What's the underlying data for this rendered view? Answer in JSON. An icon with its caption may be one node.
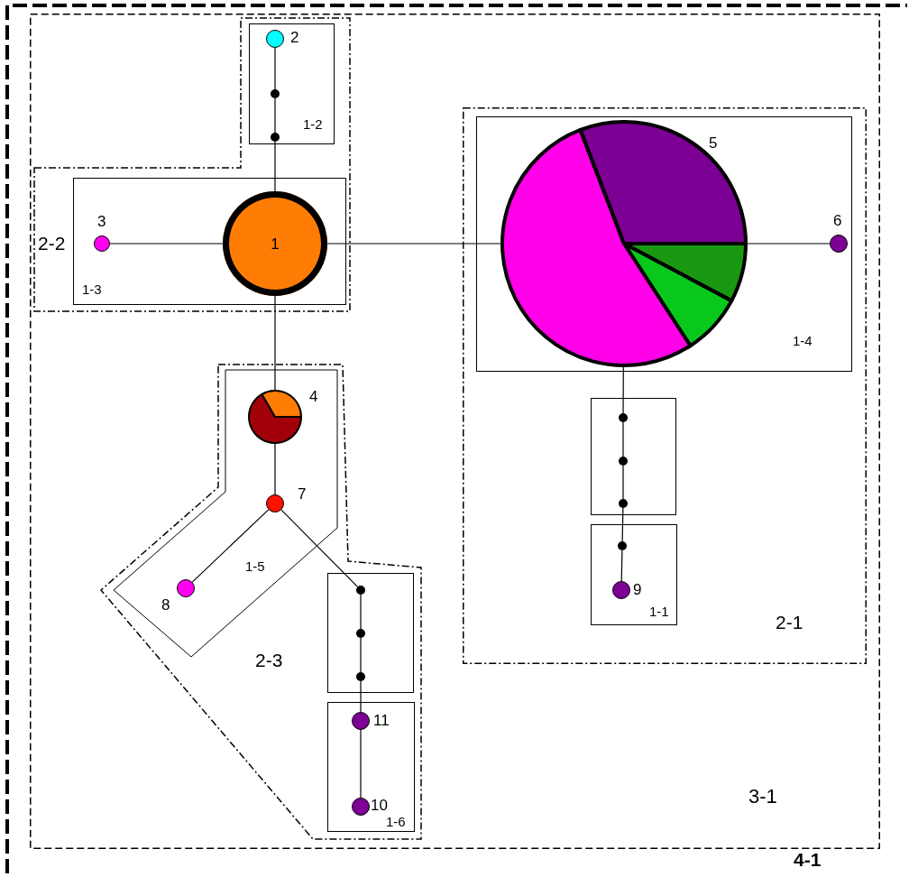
{
  "diagram": {
    "nodes": [
      {
        "text": [
          "4-1"
        ]
      },
      {
        "text": [
          "3-1"
        ],
        "in": 0
      },
      {
        "text": [
          "2-2"
        ],
        "in": 1
      },
      {
        "text": [
          "1-2"
        ],
        "in": 2
      },
      {
        "text": [],
        "shape": "circle",
        "beside": [
          "2"
        ],
        "in": 3
      },
      {
        "text": [],
        "shape": "circle",
        "in": 3
      },
      {
        "text": [],
        "shape": "circle",
        "in": 3
      },
      {
        "text": [
          "1-3"
        ],
        "in": 2
      },
      {
        "text": [],
        "shape": "circle",
        "beside": [
          "3"
        ],
        "in": 7
      },
      {
        "text": [
          "1"
        ],
        "in": 7
      },
      {
        "text": [
          "2-1"
        ],
        "in": 1
      },
      {
        "text": [
          "1-4"
        ],
        "in": 10
      },
      {
        "text": [],
        "shape": "circle",
        "beside": [
          "5"
        ],
        "in": 11
      },
      {
        "text": [],
        "shape": "circle",
        "beside": [
          "6"
        ],
        "in": 11
      },
      {
        "text": [],
        "shape": "box",
        "in": 10
      },
      {
        "text": [],
        "shape": "circle",
        "in": 14
      },
      {
        "text": [],
        "shape": "circle",
        "in": 14
      },
      {
        "text": [],
        "shape": "circle",
        "in": 14
      },
      {
        "text": [
          "1-1"
        ],
        "in": 10
      },
      {
        "text": [],
        "shape": "circle",
        "in": 18
      },
      {
        "text": [],
        "shape": "circle",
        "beside": [
          "9"
        ],
        "in": 18
      },
      {
        "text": [
          "2-3"
        ],
        "in": 1
      },
      {
        "text": [
          "1-5"
        ],
        "in": 21
      },
      {
        "text": [],
        "shape": "circle",
        "beside": [
          "4"
        ],
        "in": 22
      },
      {
        "text": [],
        "shape": "circle",
        "beside": [
          "7"
        ],
        "in": 22
      },
      {
        "text": [],
        "shape": "circle",
        "beside": [
          "8"
        ],
        "in": 22
      },
      {
        "text": [],
        "shape": "box",
        "in": 21
      },
      {
        "text": [],
        "shape": "circle",
        "in": 26
      },
      {
        "text": [],
        "shape": "circle",
        "in": 26
      },
      {
        "text": [],
        "shape": "circle",
        "in": 26
      },
      {
        "text": [
          "1-6"
        ],
        "in": 21
      },
      {
        "text": [],
        "shape": "circle",
        "beside": [
          "11"
        ],
        "in": 30
      },
      {
        "text": [],
        "shape": "circle",
        "beside": [
          "10"
        ],
        "in": 30
      }
    ],
    "edges": [
      {
        "from": 4,
        "to": 5,
        "arrow": "none"
      },
      {
        "from": 5,
        "to": 6,
        "arrow": "none"
      },
      {
        "from": 6,
        "to": 9,
        "arrow": "none"
      },
      {
        "from": 8,
        "to": 9,
        "arrow": "none"
      },
      {
        "from": 9,
        "to": 12,
        "arrow": "none"
      },
      {
        "from": 12,
        "to": 13,
        "arrow": "none"
      },
      {
        "from": 12,
        "to": 15,
        "arrow": "none"
      },
      {
        "from": 15,
        "to": 16,
        "arrow": "none"
      },
      {
        "from": 16,
        "to": 17,
        "arrow": "none"
      },
      {
        "from": 17,
        "to": 19,
        "arrow": "none"
      },
      {
        "from": 19,
        "to": 20,
        "arrow": "none"
      },
      {
        "from": 9,
        "to": 23,
        "arrow": "none"
      },
      {
        "from": 23,
        "to": 24,
        "arrow": "none"
      },
      {
        "from": 24,
        "to": 25,
        "arrow": "none"
      },
      {
        "from": 24,
        "to": 27,
        "arrow": "none"
      },
      {
        "from": 27,
        "to": 28,
        "arrow": "none"
      },
      {
        "from": 28,
        "to": 29,
        "arrow": "none"
      },
      {
        "from": 29,
        "to": 31,
        "arrow": "none"
      },
      {
        "from": 31,
        "to": 32,
        "arrow": "none"
      }
    ]
  }
}
